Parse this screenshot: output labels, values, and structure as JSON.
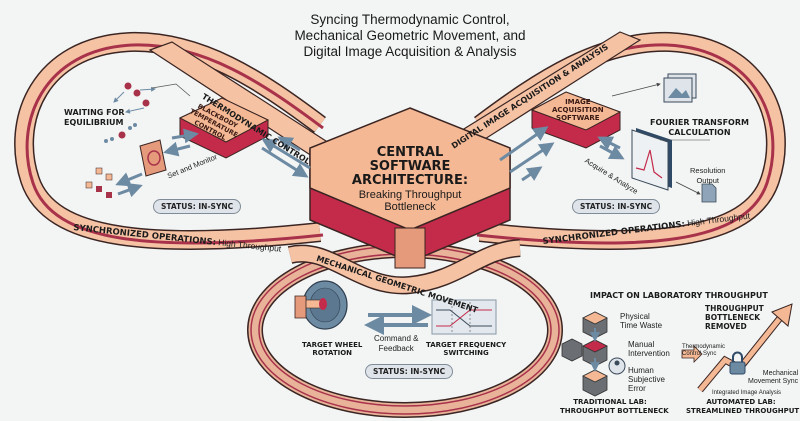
{
  "title": {
    "line1": "Syncing Thermodynamic Control,",
    "line2": "Mechanical Geometric Movement, and",
    "line3": "Digital Image Acquisition & Analysis"
  },
  "colors": {
    "band_fill": "#f6c2a4",
    "band_edge": "#a8324a",
    "band_outline": "#3a2522",
    "box_top": "#f5b894",
    "box_side": "#c42a4a",
    "arrow": "#6d8aa3",
    "status_bg": "#dfe4ea",
    "background": "#f3f4f4"
  },
  "center": {
    "title_line1": "CENTRAL",
    "title_line2": "SOFTWARE",
    "title_line3": "ARCHITECTURE:",
    "subtitle_line1": "Breaking Throughput",
    "subtitle_line2": "Bottleneck"
  },
  "bands": {
    "thermo": "THERMODYNAMIC CONTROL",
    "digital": "DIGITAL IMAGE ACQUISITION & ANALYSIS",
    "mechanical": "MECHANICAL GEOMETRIC MOVEMENT",
    "sync_left_bold": "SYNCHRONIZED OPERATIONS:",
    "sync_left_rest": " High Throughput",
    "sync_right_bold": "SYNCHRONIZED OPERATIONS:",
    "sync_right_rest": " High Throughput"
  },
  "thermo_panel": {
    "waiting_line1": "WAITING FOR",
    "waiting_line2": "EQUILIBRIUM",
    "box_line1": "BLACKBODY",
    "box_line2": "TEMPERATURE",
    "box_line3": "CONTROL",
    "set_monitor": "Set and Monitor",
    "status": "STATUS: IN-SYNC"
  },
  "digital_panel": {
    "box_line1": "IMAGE",
    "box_line2": "ACQUISITION",
    "box_line3": "SOFTWARE",
    "fourier_line1": "FOURIER TRANSFORM",
    "fourier_line2": "CALCULATION",
    "acquire": "Acquire & Analyze",
    "resolution_line1": "Resolution",
    "resolution_line2": "Output",
    "status": "STATUS: IN-SYNC"
  },
  "mechanical_panel": {
    "wheel_line1": "TARGET WHEEL",
    "wheel_line2": "ROTATION",
    "command_line1": "Command &",
    "command_line2": "Feedback",
    "freq_line1": "TARGET FREQUENCY",
    "freq_line2": "SWITCHING",
    "status": "STATUS: IN-SYNC"
  },
  "impact": {
    "heading": "IMPACT ON LABORATORY THROUGHPUT",
    "physical_line1": "Physical",
    "physical_line2": "Time Waste",
    "manual_line1": "Manual",
    "manual_line2": "Intervention",
    "human_line1": "Human",
    "human_line2": "Subjective",
    "human_line3": "Error",
    "traditional_line1": "TRADITIONAL LAB:",
    "traditional_line2": "THROUGHPUT BOTTLENECK",
    "removed_line1": "THROUGHPUT",
    "removed_line2": "BOTTLENECK",
    "removed_line3": "REMOVED",
    "thermo_sync_line1": "Thermodynamic",
    "thermo_sync_line2": "Control Sync",
    "mech_sync_line1": "Mechanical",
    "mech_sync_line2": "Movement Sync",
    "image_analysis": "Integrated Image Analysis",
    "automated_line1": "AUTOMATED LAB:",
    "automated_line2": "STREAMLINED THROUGHPUT"
  }
}
